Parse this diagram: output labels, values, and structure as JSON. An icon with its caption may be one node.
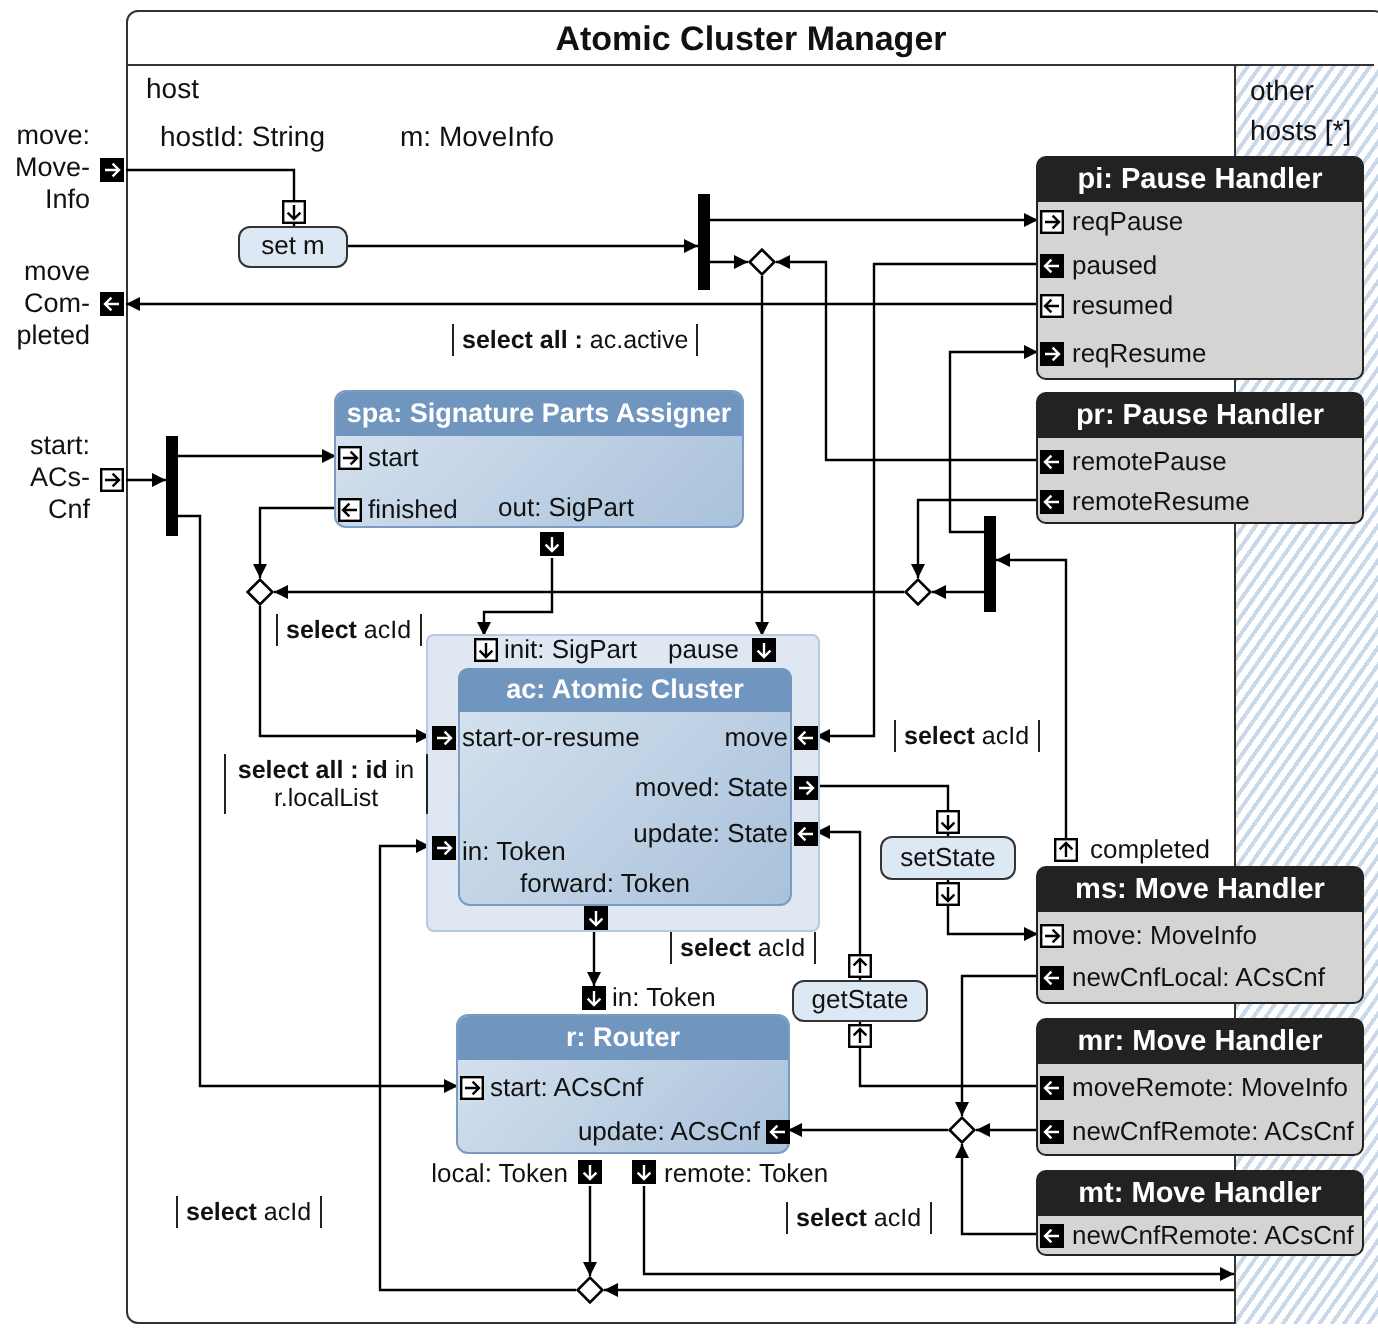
{
  "diagram": {
    "title": "Atomic Cluster Manager",
    "nodes": [
      {
        "text": [
          "host"
        ]
      },
      {
        "text": [
          "other hosts [*]"
        ]
      },
      {
        "text": [
          "move: Move- Info"
        ]
      },
      {
        "text": [
          "move Com- pleted"
        ]
      },
      {
        "text": [
          "start: ACs- Cnf"
        ]
      },
      {
        "text": [
          "set m"
        ],
        "in": 0
      },
      {
        "text": [],
        "shape": "bar",
        "in": 0
      },
      {
        "text": [],
        "shape": "diamond",
        "in": 0
      },
      {
        "text": [
          "spa: Signature Parts Assigner"
        ],
        "in": 0
      },
      {
        "text": [
          "start"
        ],
        "in": 8
      },
      {
        "text": [
          "finished"
        ],
        "in": 8
      },
      {
        "text": [
          "out: SigPart"
        ],
        "in": 0
      },
      {
        "text": [],
        "shape": "bar",
        "in": 0
      },
      {
        "text": [],
        "shape": "diamond",
        "in": 0
      },
      {
        "text": [
          "ac: Atomic Cluster"
        ],
        "in": 0
      },
      {
        "text": [
          "init: SigPart"
        ],
        "in": 14
      },
      {
        "text": [
          "pause"
        ],
        "in": 14
      },
      {
        "text": [
          "start-or-resume"
        ],
        "in": 14
      },
      {
        "text": [
          "move"
        ],
        "in": 14
      },
      {
        "text": [
          "moved: State"
        ],
        "in": 14
      },
      {
        "text": [
          "update: State"
        ],
        "in": 14
      },
      {
        "text": [
          "in: Token"
        ],
        "in": 14
      },
      {
        "text": [
          "forward: Token"
        ],
        "in": 14
      },
      {
        "text": [
          "r: Router"
        ],
        "in": 0
      },
      {
        "text": [
          "in: Token"
        ],
        "in": 0
      },
      {
        "text": [
          "start: ACsCnf"
        ],
        "in": 23
      },
      {
        "text": [
          "update: ACsCnf"
        ],
        "in": 23
      },
      {
        "text": [
          "local: Token"
        ],
        "in": 0
      },
      {
        "text": [
          "remote: Token"
        ],
        "in": 0
      },
      {
        "text": [
          "setState"
        ],
        "in": 0
      },
      {
        "text": [
          "getState"
        ],
        "in": 0
      },
      {
        "text": [],
        "shape": "diamond",
        "in": 0
      },
      {
        "text": [],
        "shape": "diamond",
        "in": 0
      },
      {
        "text": [],
        "shape": "bar",
        "in": 0
      },
      {
        "text": [],
        "shape": "diamond",
        "in": 0
      },
      {
        "text": [
          "pi: Pause Handler"
        ]
      },
      {
        "text": [
          "reqPause"
        ],
        "in": 35
      },
      {
        "text": [
          "paused"
        ],
        "in": 35
      },
      {
        "text": [
          "resumed"
        ],
        "in": 35
      },
      {
        "text": [
          "reqResume"
        ],
        "in": 35
      },
      {
        "text": [
          "pr: Pause Handler"
        ]
      },
      {
        "text": [
          "remotePause"
        ],
        "in": 40
      },
      {
        "text": [
          "remoteResume"
        ],
        "in": 40
      },
      {
        "text": [
          "ms: Move Handler"
        ]
      },
      {
        "text": [
          "completed"
        ]
      },
      {
        "text": [
          "move: MoveInfo"
        ],
        "in": 43
      },
      {
        "text": [
          "newCnfLocal: ACsCnf"
        ],
        "in": 43
      },
      {
        "text": [
          "mr: Move Handler"
        ]
      },
      {
        "text": [
          "moveRemote: MoveInfo"
        ],
        "in": 47
      },
      {
        "text": [
          "newCnfRemote: ACsCnf"
        ],
        "in": 47
      },
      {
        "text": [
          "mt: Move Handler"
        ]
      },
      {
        "text": [
          "newCnfRemote: ACsCnf"
        ],
        "in": 50
      }
    ],
    "edges": [
      {
        "from": 2,
        "to": 5,
        "arrow": "to"
      },
      {
        "from": 5,
        "to": 6,
        "arrow": "to"
      },
      {
        "from": 6,
        "to": 36,
        "arrow": "to"
      },
      {
        "from": 6,
        "to": 7,
        "arrow": "to"
      },
      {
        "from": 41,
        "to": 7,
        "arrow": "to"
      },
      {
        "from": 7,
        "to": 16,
        "arrow": "to",
        "label": "**select all :** ac.active"
      },
      {
        "from": 37,
        "to": 18,
        "arrow": "to",
        "label": "**select** acId"
      },
      {
        "from": 38,
        "to": 3,
        "arrow": "to"
      },
      {
        "from": 44,
        "to": 33,
        "arrow": "to"
      },
      {
        "from": 33,
        "to": 39,
        "arrow": "to"
      },
      {
        "from": 33,
        "to": 34,
        "arrow": "to"
      },
      {
        "from": 42,
        "to": 34,
        "arrow": "to"
      },
      {
        "from": 34,
        "to": 13,
        "arrow": "to"
      },
      {
        "from": 4,
        "to": 12,
        "arrow": "to"
      },
      {
        "from": 12,
        "to": 9,
        "arrow": "to"
      },
      {
        "from": 12,
        "to": 25,
        "arrow": "to"
      },
      {
        "from": 10,
        "to": 13,
        "arrow": "to"
      },
      {
        "from": 13,
        "to": 17,
        "arrow": "to",
        "label": "**select all : id** in r.localList"
      },
      {
        "from": 11,
        "to": 15,
        "arrow": "to",
        "label": "**select** acId"
      },
      {
        "from": 19,
        "to": 29,
        "arrow": "to"
      },
      {
        "from": 29,
        "to": 45,
        "arrow": "to"
      },
      {
        "from": 48,
        "to": 30,
        "arrow": "to"
      },
      {
        "from": 30,
        "to": 20,
        "arrow": "to",
        "label": "**select** acId"
      },
      {
        "from": 46,
        "to": 31,
        "arrow": "to"
      },
      {
        "from": 49,
        "to": 31,
        "arrow": "to"
      },
      {
        "from": 51,
        "to": 31,
        "arrow": "to"
      },
      {
        "from": 31,
        "to": 26,
        "arrow": "to"
      },
      {
        "from": 22,
        "to": 24,
        "arrow": "to"
      },
      {
        "from": 27,
        "to": 32,
        "arrow": "to"
      },
      {
        "from": 28,
        "to": 1,
        "arrow": "to"
      },
      {
        "from": 1,
        "to": 32,
        "arrow": "to",
        "label": "**select** acId"
      },
      {
        "from": 32,
        "to": 21,
        "arrow": "to",
        "label": "**select** acId"
      }
    ],
    "labels": [
      "hostId: String",
      "m: MoveInfo"
    ]
  }
}
